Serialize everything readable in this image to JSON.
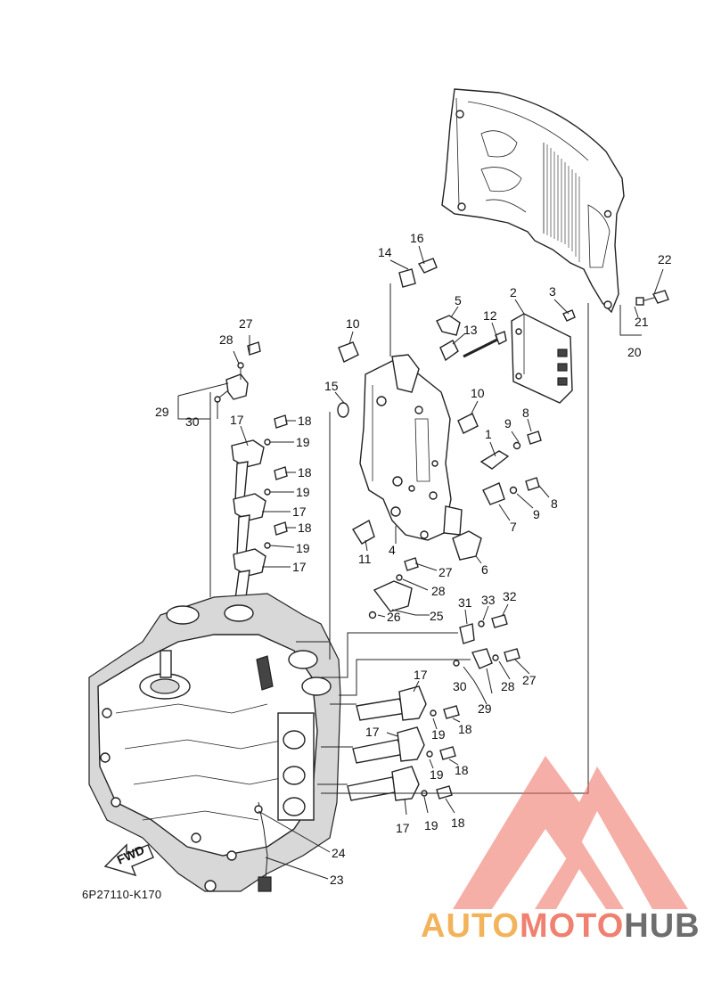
{
  "diagram": {
    "part_code": "6P27110-K170",
    "fwd_label": "FWD",
    "callouts": [
      "1",
      "2",
      "3",
      "4",
      "5",
      "6",
      "7",
      "8",
      "9",
      "10",
      "11",
      "12",
      "13",
      "14",
      "15",
      "16",
      "17",
      "18",
      "19",
      "20",
      "21",
      "22",
      "23",
      "24",
      "25",
      "26",
      "27",
      "28",
      "29",
      "30",
      "31",
      "32",
      "33"
    ]
  },
  "watermark": {
    "part1": "AUTO",
    "part2": "MOTO",
    "part3": "HUB",
    "colors": {
      "orange": "#f2b35a",
      "red": "#f08070",
      "grey": "#6e6e6e"
    }
  }
}
